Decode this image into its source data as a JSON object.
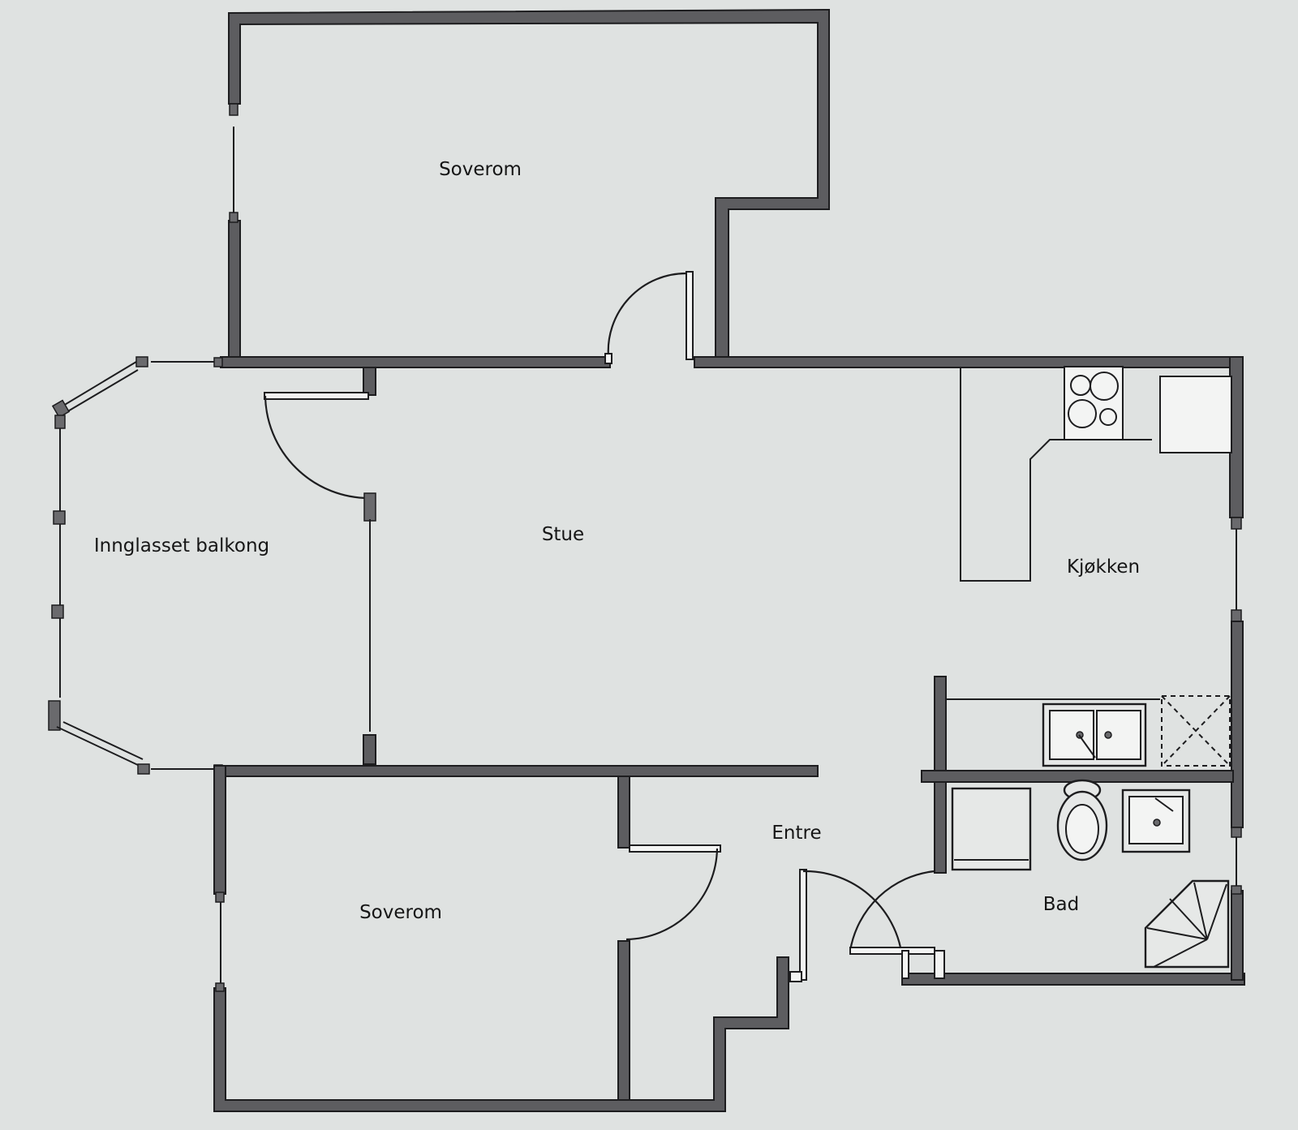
{
  "rooms": {
    "bedroom_top": "Soverom",
    "living_room": "Stue",
    "glazed_balcony": "Innglasset balkong",
    "kitchen": "Kjøkken",
    "hallway": "Entre",
    "bedroom_bottom": "Soverom",
    "bathroom": "Bad"
  }
}
